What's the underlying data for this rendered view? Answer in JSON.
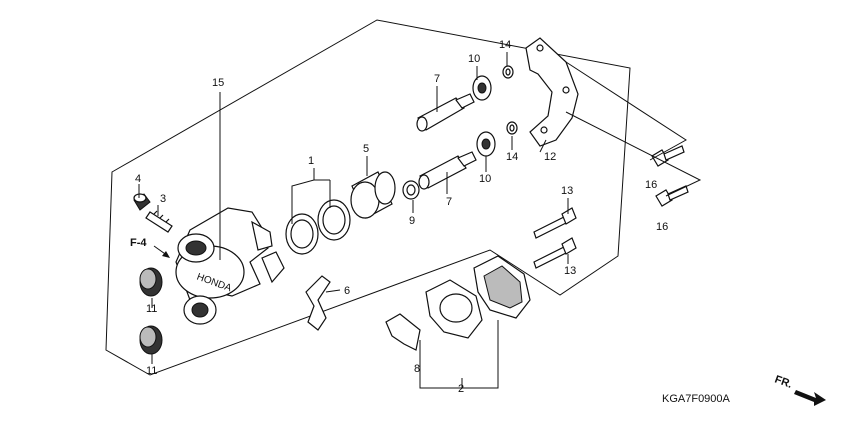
{
  "callouts": {
    "p1": "1",
    "p2": "2",
    "p3": "3",
    "p4": "4",
    "p5": "5",
    "p6": "6",
    "p7a": "7",
    "p7b": "7",
    "p8": "8",
    "p9": "9",
    "p10a": "10",
    "p10b": "10",
    "p11a": "11",
    "p11b": "11",
    "p12": "12",
    "p13a": "13",
    "p13b": "13",
    "p14a": "14",
    "p14b": "14",
    "p15": "15",
    "p16a": "16",
    "p16b": "16"
  },
  "ref_label": "F-4",
  "direction_label": "FR.",
  "caliper_brand": "HONDA",
  "diagram_code": "KGA7F0900A"
}
